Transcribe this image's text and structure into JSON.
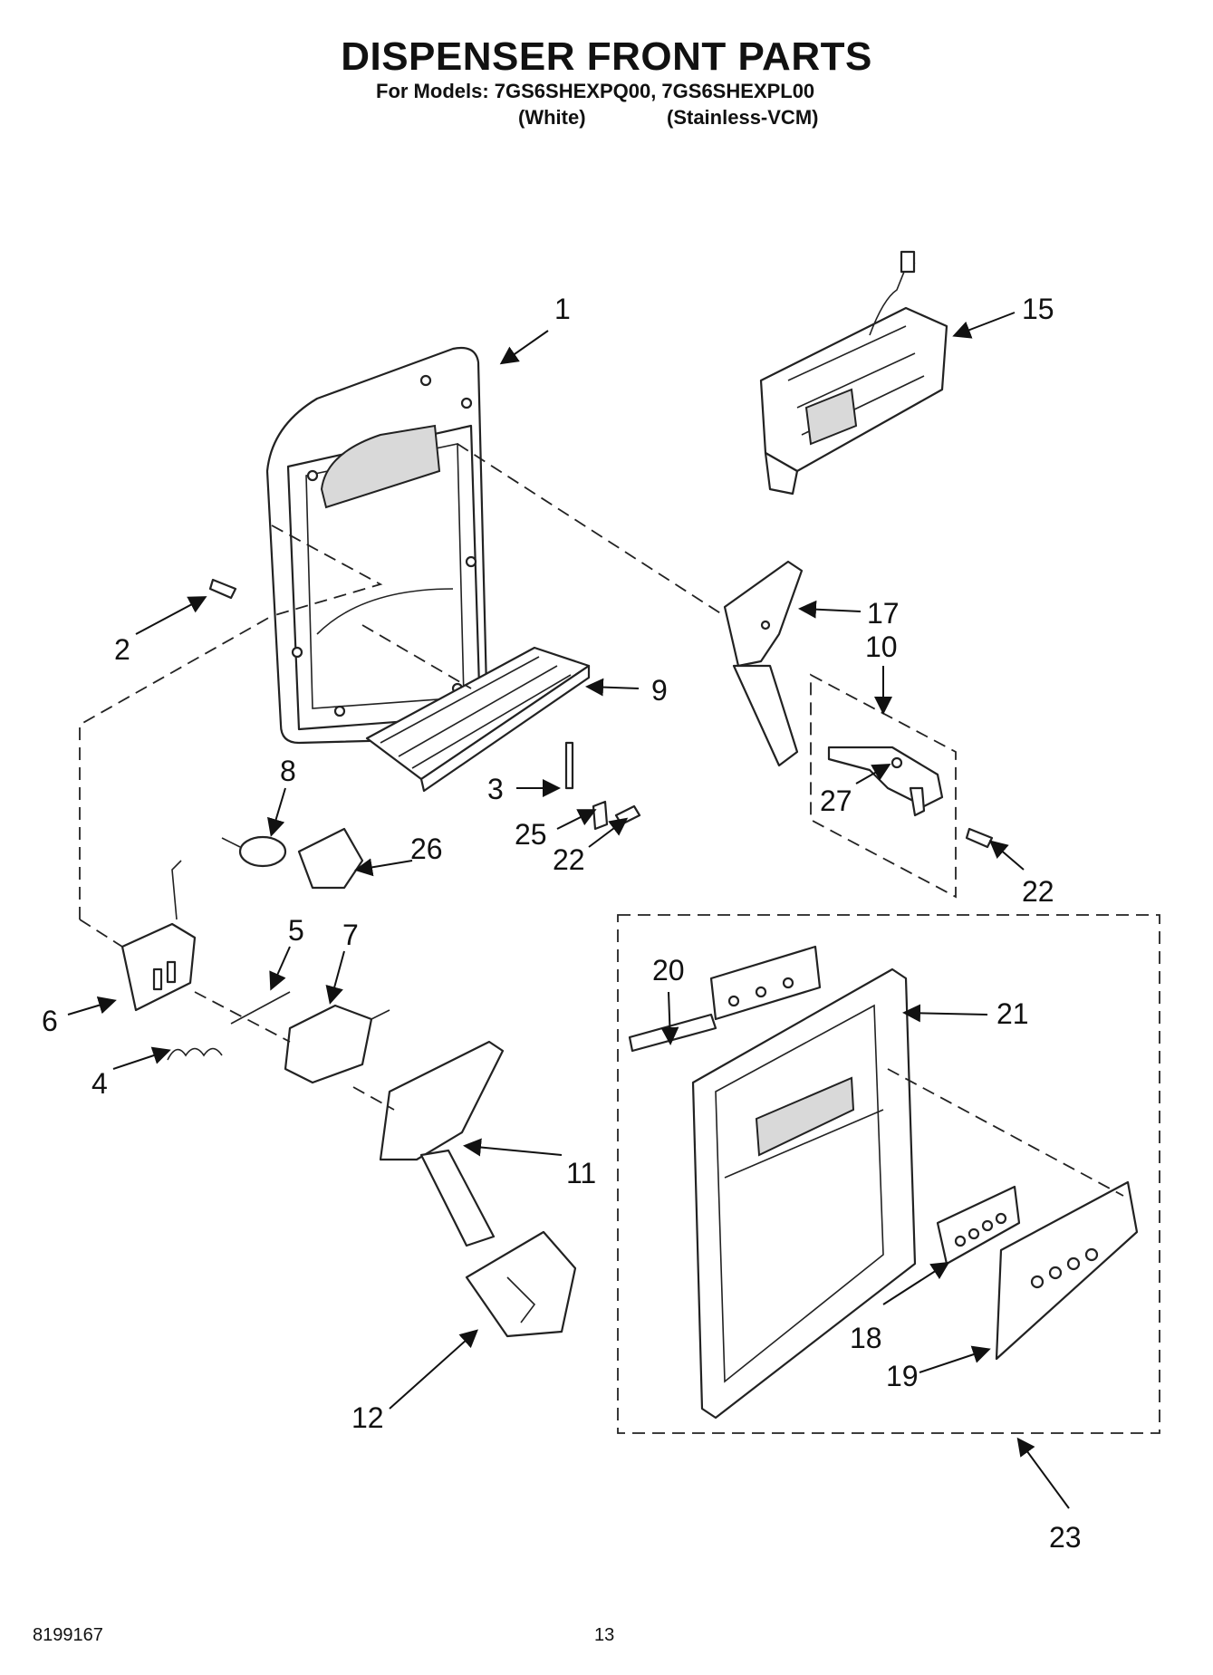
{
  "header": {
    "title": "DISPENSER FRONT PARTS",
    "models_line": "For Models: 7GS6SHEXPQ00, 7GS6SHEXPL00",
    "variant_white": "(White)",
    "variant_stainless": "(Stainless-VCM)"
  },
  "callouts": [
    "1",
    "2",
    "3",
    "4",
    "5",
    "6",
    "7",
    "8",
    "9",
    "10",
    "11",
    "12",
    "15",
    "17",
    "18",
    "19",
    "20",
    "21",
    "22",
    "22",
    "23",
    "25",
    "26",
    "27"
  ],
  "footer": {
    "doc_number": "8199167",
    "page_number": "13"
  }
}
